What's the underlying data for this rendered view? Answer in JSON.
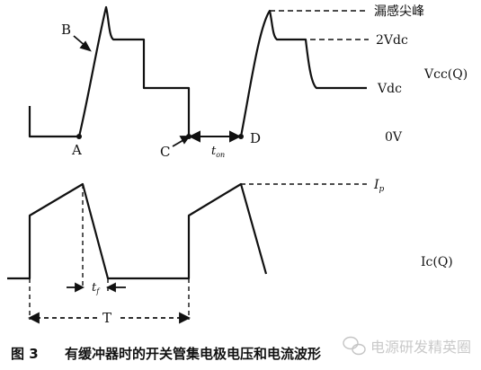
{
  "diagram": {
    "labels": {
      "point_a": "A",
      "point_b": "B",
      "point_c": "C",
      "point_d": "D",
      "leak_spike": "漏感尖峰",
      "two_vdc": "2Vdc",
      "vdc": "Vdc",
      "vcc_q": "Vcc(Q)",
      "zero_v": "0V",
      "t_on_main": "t",
      "t_on_sub": "on",
      "i_p_main": "I",
      "i_p_sub": "p",
      "t_f_main": "t",
      "t_f_sub": "f",
      "ic_q": "Ic(Q)",
      "period": "T"
    },
    "caption": {
      "figure_number": "图 3",
      "title": "有缓冲器时的开关管集电极电压和电流波形"
    },
    "watermark": {
      "icon": "wechat-icon",
      "text": "电源研发精英圈"
    }
  }
}
